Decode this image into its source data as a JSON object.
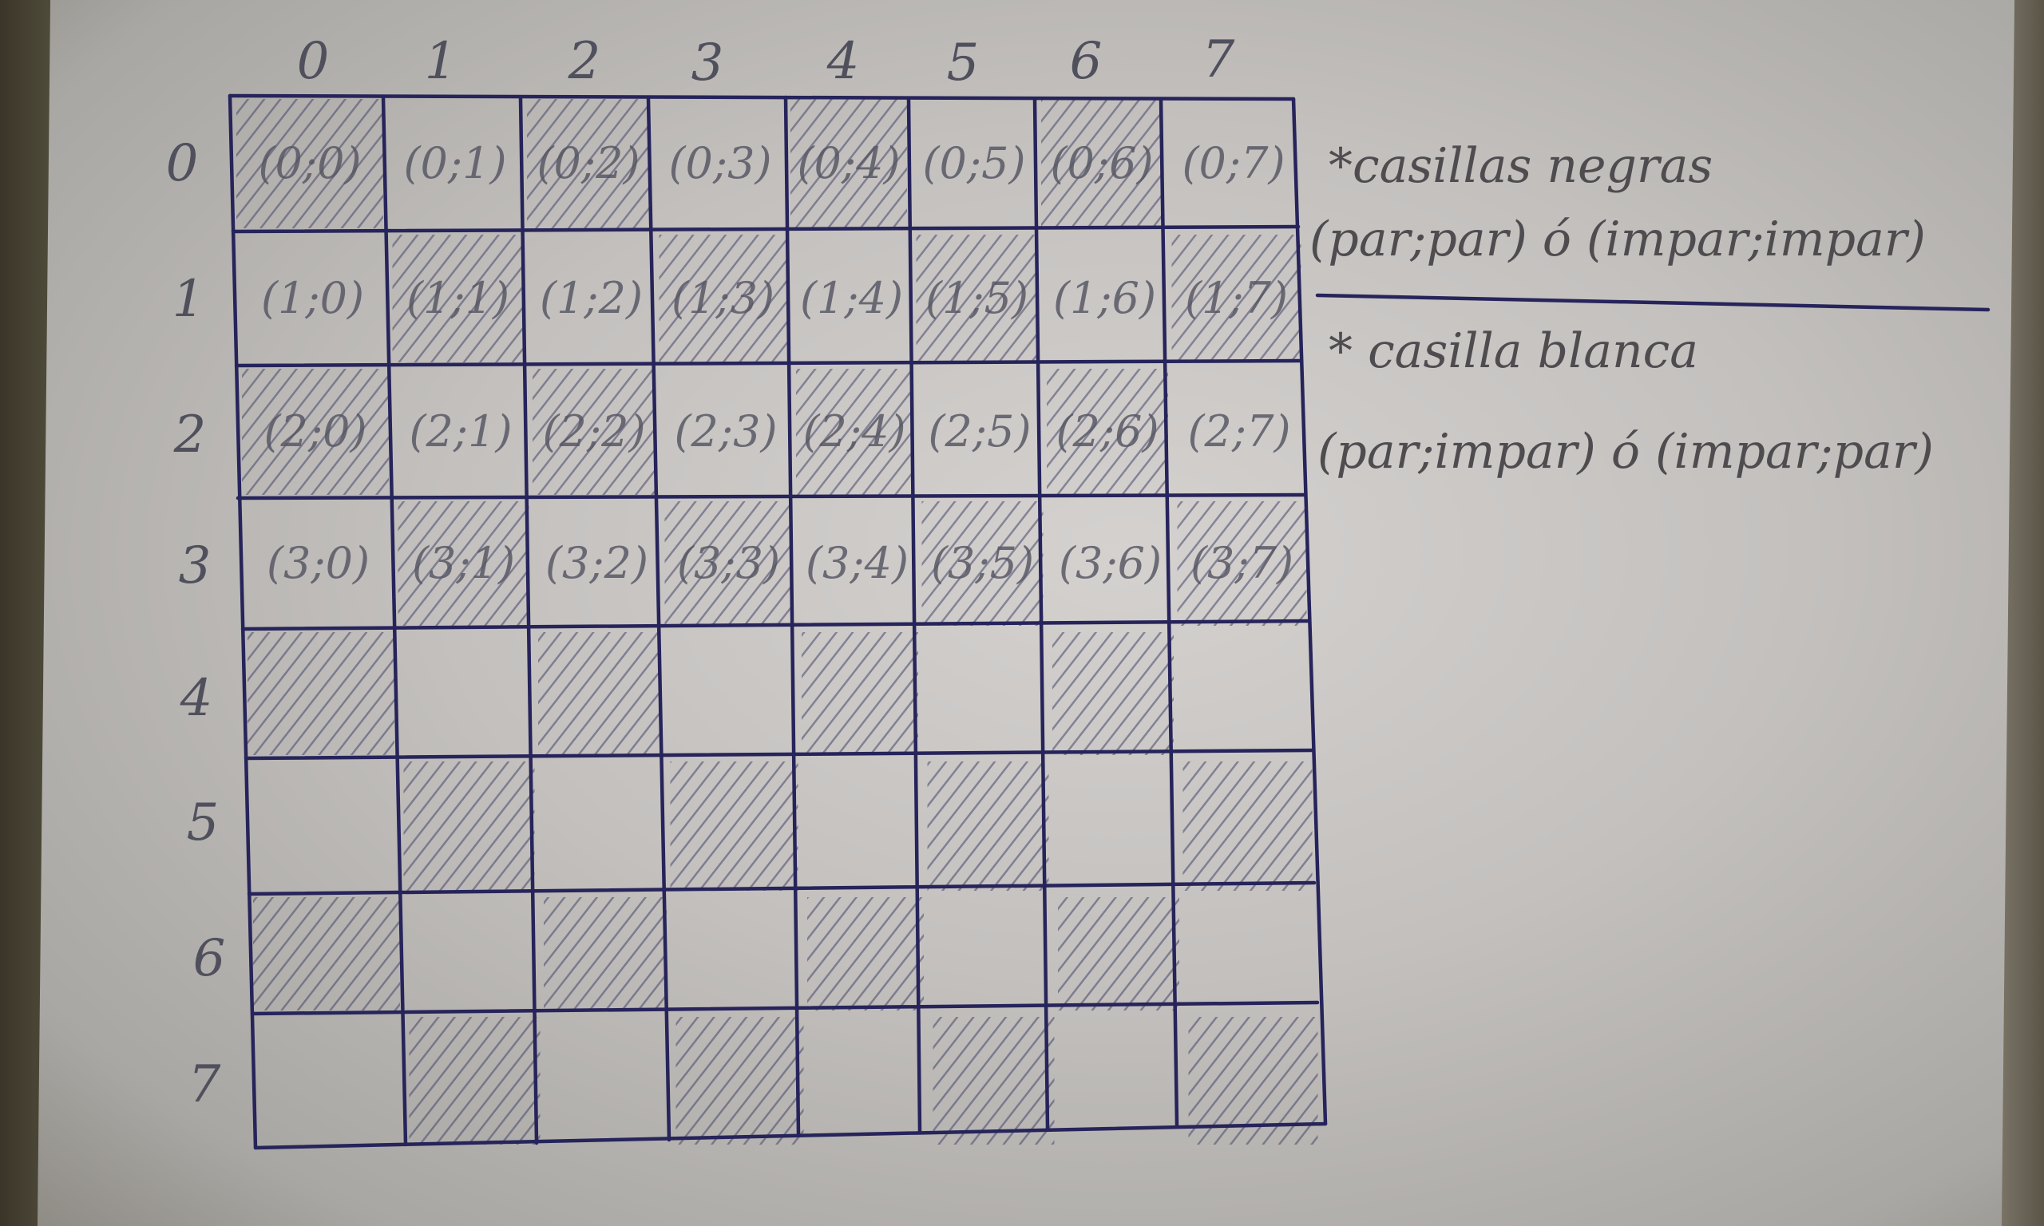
{
  "column_labels": [
    "0",
    "1",
    "2",
    "3",
    "4",
    "5",
    "6",
    "7"
  ],
  "row_labels": [
    "0",
    "1",
    "2",
    "3",
    "4",
    "5",
    "6",
    "7"
  ],
  "cell_labels": [
    [
      "(0;0)",
      "(0;1)",
      "(0;2)",
      "(0;3)",
      "(0;4)",
      "(0;5)",
      "(0;6)",
      "(0;7)"
    ],
    [
      "(1;0)",
      "(1;1)",
      "(1;2)",
      "(1;3)",
      "(1;4)",
      "(1;5)",
      "(1;6)",
      "(1;7)"
    ],
    [
      "(2;0)",
      "(2;1)",
      "(2;2)",
      "(2;3)",
      "(2;4)",
      "(2;5)",
      "(2;6)",
      "(2;7)"
    ],
    [
      "(3;0)",
      "(3;1)",
      "(3;2)",
      "(3;3)",
      "(3;4)",
      "(3;5)",
      "(3;6)",
      "(3;7)"
    ]
  ],
  "notes": {
    "black_title": "*casillas negras",
    "black_rule": "(par;par) ó (impar;impar)",
    "white_title": "* casilla blanca",
    "white_rule": "(par;impar) ó (impar;par)"
  },
  "colors": {
    "ink": "#26245a",
    "pencil": "#4e4f5a",
    "paper": "#c8c6c4"
  }
}
